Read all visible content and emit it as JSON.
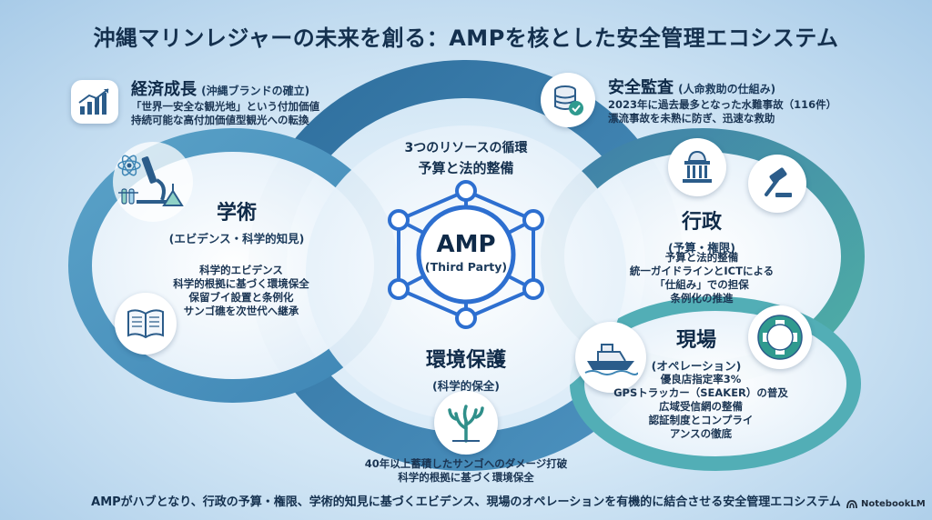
{
  "title": "沖縄マリンレジャーの未来を創る：AMPを核とした安全管理エコシステム",
  "economic": {
    "heading": "経済成長",
    "subheading": "(沖縄ブランドの確立)",
    "lines": [
      "「世界一安全な観光地」という付加価値",
      "持続可能な高付加価値型観光への転換"
    ],
    "icon": "growth-chart-icon"
  },
  "audit": {
    "heading": "安全監査",
    "subheading": "(人命救助の仕組み)",
    "lines": [
      "2023年に過去最多となった水難事故（116件）",
      "漂流事故を未熟に防ぎ、迅速な救助"
    ],
    "icon": "checklist-database-icon"
  },
  "academia": {
    "heading": "学術",
    "subheading": "(エビデンス・科学的知見)",
    "lines": [
      "科学的エビデンス",
      "科学的根拠に基づく環境保全",
      "保留ブイ設置と条例化",
      "サンゴ礁を次世代へ継承"
    ],
    "icons": [
      "science-lab-icon",
      "book-icon"
    ]
  },
  "hub": {
    "top_line1": "3つのリソースの循環",
    "top_line2": "予算と法的整備",
    "name": "AMP",
    "role": "(Third Party)"
  },
  "administration": {
    "heading": "行政",
    "subheading": "(予算・権限)",
    "lines": [
      "予算と法的整備",
      "統一ガイドラインとICTによる",
      "「仕組み」での担保",
      "条例化の推進"
    ],
    "icons": [
      "government-building-icon",
      "gavel-icon"
    ]
  },
  "field": {
    "heading": "現場",
    "subheading": "(オペレーション)",
    "lines": [
      "優良店指定率3%",
      "GPSトラッカー（SEAKER）の普及",
      "広域受信網の整備",
      "認証制度とコンプライ",
      "アンスの徹底"
    ],
    "icons": [
      "boat-icon",
      "life-ring-icon"
    ]
  },
  "environment": {
    "heading": "環境保護",
    "subheading": "(科学的保全)",
    "lines": [
      "40年以上蓄積したサンゴへのダメージ打破",
      "科学的根拠に基づく環境保全"
    ],
    "icon": "coral-icon"
  },
  "footer": "AMPがハブとなり、行政の予算・権限、学術的知見に基づくエビデンス、現場のオペレーションを有機的に結合させる安全管理エコシステム",
  "brand": "NotebookLM",
  "colors": {
    "ring_dark": "#2f6f9c",
    "ring_light": "#5fb3b0",
    "hub_blue": "#2d6fd0",
    "text_dark": "#13304f"
  }
}
